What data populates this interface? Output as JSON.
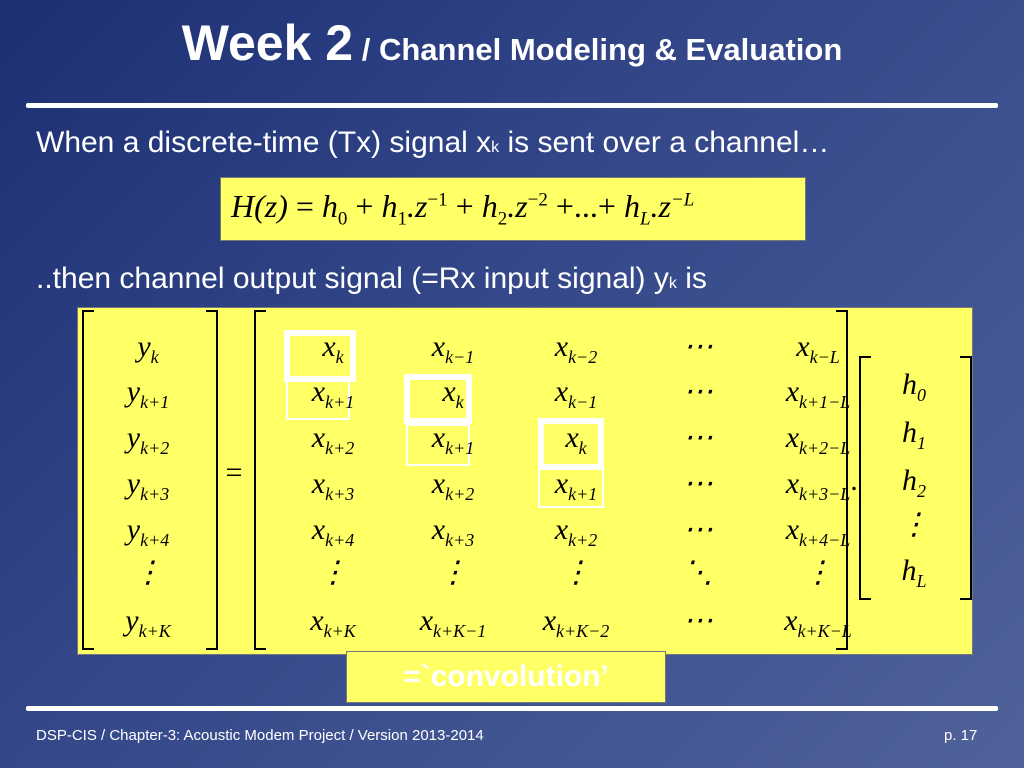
{
  "title": {
    "main": "Week 2",
    "sub": " / Channel Modeling & Evaluation"
  },
  "body": {
    "line1_pre": "When a discrete-time (Tx) signal x",
    "line1_sub": "k",
    "line1_post": " is sent over a channel…",
    "line2_pre": "..then channel output signal (=Rx input signal) y",
    "line2_sub": "k",
    "line2_post": " is"
  },
  "equation": {
    "lhs": "H(z)",
    "eq": "=",
    "t0": "h",
    "t0_sub": "0",
    "t1": "h",
    "t1_sub": "1",
    "t1_z": ".z",
    "t1_sup": "−1",
    "t2": "h",
    "t2_sub": "2",
    "t2_z": ".z",
    "t2_sup": "−2",
    "dots": "...",
    "tL": "h",
    "tL_sub": "L",
    "tL_z": ".z",
    "tL_sup": "−L",
    "plus": "+"
  },
  "matrix": {
    "y": [
      {
        "b": "y",
        "s": "k"
      },
      {
        "b": "y",
        "s": "k+1"
      },
      {
        "b": "y",
        "s": "k+2"
      },
      {
        "b": "y",
        "s": "k+3"
      },
      {
        "b": "y",
        "s": "k+4"
      },
      {
        "b": "⋮",
        "s": ""
      },
      {
        "b": "y",
        "s": "k+K"
      }
    ],
    "equals": "=",
    "dot": ".",
    "x": [
      [
        {
          "b": "x",
          "s": "k"
        },
        {
          "b": "x",
          "s": "k−1"
        },
        {
          "b": "x",
          "s": "k−2"
        },
        {
          "b": "⋯",
          "s": ""
        },
        {
          "b": "x",
          "s": "k−L"
        }
      ],
      [
        {
          "b": "x",
          "s": "k+1"
        },
        {
          "b": "x",
          "s": "k"
        },
        {
          "b": "x",
          "s": "k−1"
        },
        {
          "b": "⋯",
          "s": ""
        },
        {
          "b": "x",
          "s": "k+1−L"
        }
      ],
      [
        {
          "b": "x",
          "s": "k+2"
        },
        {
          "b": "x",
          "s": "k+1"
        },
        {
          "b": "x",
          "s": "k"
        },
        {
          "b": "⋯",
          "s": ""
        },
        {
          "b": "x",
          "s": "k+2−L"
        }
      ],
      [
        {
          "b": "x",
          "s": "k+3"
        },
        {
          "b": "x",
          "s": "k+2"
        },
        {
          "b": "x",
          "s": "k+1"
        },
        {
          "b": "⋯",
          "s": ""
        },
        {
          "b": "x",
          "s": "k+3−L"
        }
      ],
      [
        {
          "b": "x",
          "s": "k+4"
        },
        {
          "b": "x",
          "s": "k+3"
        },
        {
          "b": "x",
          "s": "k+2"
        },
        {
          "b": "⋯",
          "s": ""
        },
        {
          "b": "x",
          "s": "k+4−L"
        }
      ],
      [
        {
          "b": "⋮",
          "s": ""
        },
        {
          "b": "⋮",
          "s": ""
        },
        {
          "b": "⋮",
          "s": ""
        },
        {
          "b": "⋱",
          "s": ""
        },
        {
          "b": "⋮",
          "s": ""
        }
      ],
      [
        {
          "b": "x",
          "s": "k+K"
        },
        {
          "b": "x",
          "s": "k+K−1"
        },
        {
          "b": "x",
          "s": "k+K−2"
        },
        {
          "b": "⋯",
          "s": ""
        },
        {
          "b": "x",
          "s": "k+K−L"
        }
      ]
    ],
    "h": [
      {
        "b": "h",
        "s": "0"
      },
      {
        "b": "h",
        "s": "1"
      },
      {
        "b": "h",
        "s": "2"
      },
      {
        "b": "⋮",
        "s": ""
      },
      {
        "b": "h",
        "s": "L"
      }
    ]
  },
  "convolution": "=`convolution’",
  "footer": {
    "left": "DSP-CIS  /  Chapter-3: Acoustic Modem Project  /  Version 2013-2014",
    "right": "p. 17"
  }
}
